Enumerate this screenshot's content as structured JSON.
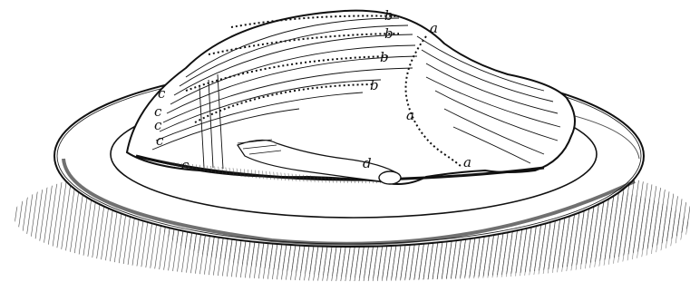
{
  "figure": {
    "subject": "engraving",
    "labels": {
      "a_top": "a",
      "a_mid": "a",
      "a_bottom": "a",
      "b1": "b",
      "b2": "b",
      "b3": "b",
      "b4": "b",
      "c1": "c",
      "c2": "c",
      "c3": "c",
      "c4": "c",
      "c5": "c",
      "d": "d"
    },
    "colors": {
      "ink": "#111111",
      "paper": "#ffffff"
    }
  }
}
